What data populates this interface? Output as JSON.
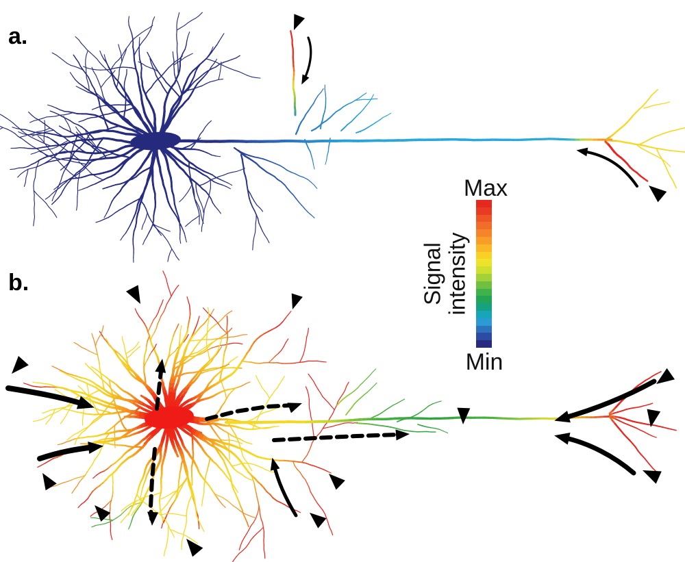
{
  "panel_a": {
    "label": "a."
  },
  "panel_b": {
    "label": "b."
  },
  "colorbar": {
    "max_label": "Max",
    "min_label": "Min",
    "title_lines": [
      "Signal",
      "intensity"
    ],
    "colors": [
      "#e5291f",
      "#e93a24",
      "#ee5527",
      "#f26c2a",
      "#f5842a",
      "#f89d28",
      "#fab827",
      "#f8d026",
      "#efe32a",
      "#cde02f",
      "#a2d237",
      "#6fc040",
      "#3fb34a",
      "#23a556",
      "#16a180",
      "#17a6b8",
      "#2b9ad6",
      "#2e72bc",
      "#2b4ba4",
      "#282a7d"
    ]
  },
  "colors": {
    "background": "#ffffff",
    "annotation": "#000000",
    "panel_a_soma": "#262a7c",
    "panel_a_axon": "#29a8dc",
    "panel_b_soma": "#ee1b16",
    "panel_b_axon": "#2ea43c",
    "signal_max": "#e8251f",
    "signal_min": "#272a7c"
  }
}
